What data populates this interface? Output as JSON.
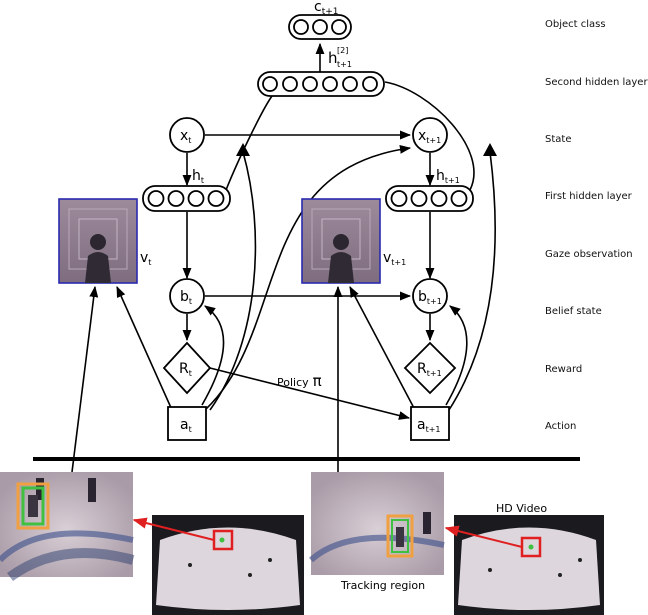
{
  "row_labels": {
    "object_class": "Object class",
    "second_hidden": "Second hidden layer",
    "state": "State",
    "first_hidden": "First hidden layer",
    "gaze": "Gaze observation",
    "belief": "Belief state",
    "reward": "Reward",
    "action": "Action"
  },
  "nodes": {
    "c": {
      "base": "c",
      "sub": "t+1"
    },
    "h2": {
      "base": "h",
      "sub": "t+1",
      "sup": "[2]"
    },
    "x_t": {
      "base": "x",
      "sub": "t"
    },
    "x_t1": {
      "base": "x",
      "sub": "t+1"
    },
    "h_t": {
      "base": "h",
      "sub": "t"
    },
    "h_t1": {
      "base": "h",
      "sub": "t+1"
    },
    "v_t": {
      "base": "v",
      "sub": "t"
    },
    "v_t1": {
      "base": "v",
      "sub": "t+1"
    },
    "b_t": {
      "base": "b",
      "sub": "t"
    },
    "b_t1": {
      "base": "b",
      "sub": "t+1"
    },
    "r_t": {
      "base": "R",
      "sub": "t"
    },
    "r_t1": {
      "base": "R",
      "sub": "t+1"
    },
    "a_t": {
      "base": "a",
      "sub": "t"
    },
    "a_t1": {
      "base": "a",
      "sub": "t+1"
    }
  },
  "policy_label": "Policy",
  "policy_symbol": "π",
  "hd_video_label": "HD Video",
  "tracking_region_label": "Tracking region",
  "colors": {
    "gaze_border": "#2a2ab0",
    "highlight_red": "#e02020",
    "track_green": "#40c040",
    "track_orange": "#f0a040"
  }
}
